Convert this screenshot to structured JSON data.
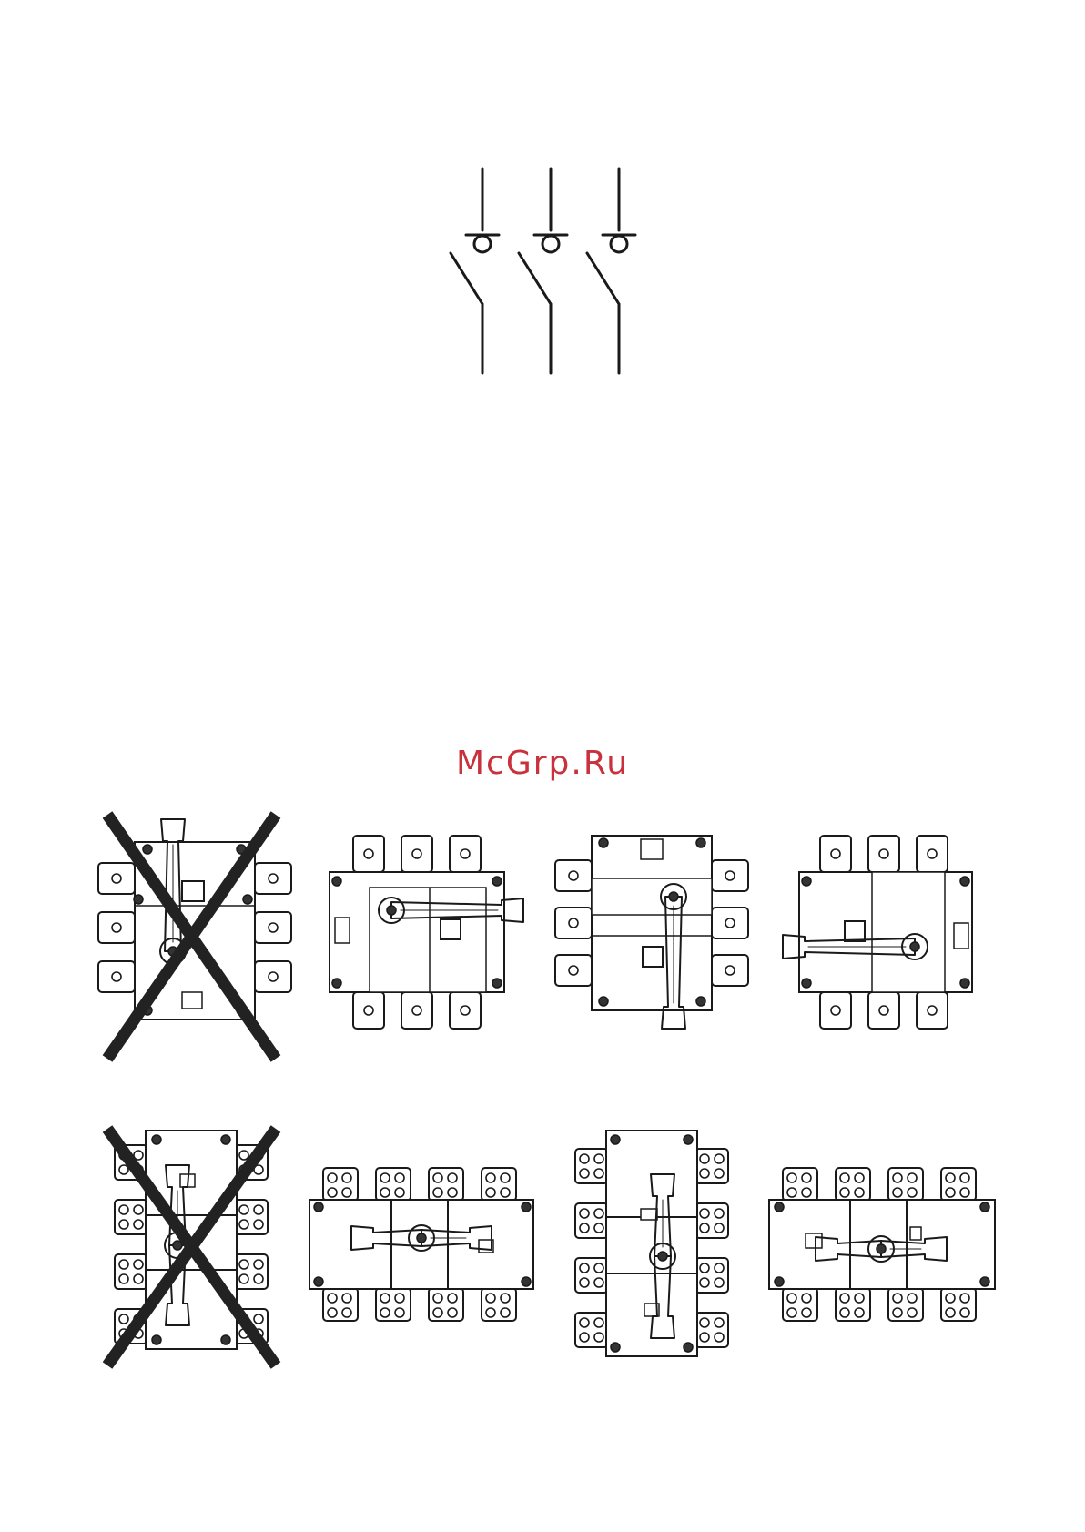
{
  "watermark": {
    "text": "McGrp.Ru",
    "color": "#c8323c"
  },
  "colors": {
    "line": "#1a1a1a",
    "cross": "#222222",
    "background": "#ffffff"
  },
  "schematic": {
    "symbol": "three-pole-disconnector",
    "poles": 3
  },
  "rows": [
    {
      "name": "three-pole-mounting",
      "items": [
        {
          "orientation": "vertical-handle-up",
          "allowed": false
        },
        {
          "orientation": "handle-right",
          "allowed": true
        },
        {
          "orientation": "handle-down",
          "allowed": true
        },
        {
          "orientation": "handle-left",
          "allowed": true
        }
      ]
    },
    {
      "name": "four-pole-mounting",
      "items": [
        {
          "orientation": "vertical-tall",
          "allowed": false
        },
        {
          "orientation": "horizontal-wide",
          "allowed": true
        },
        {
          "orientation": "vertical-tall",
          "allowed": true
        },
        {
          "orientation": "horizontal-wide-offset",
          "allowed": true
        }
      ]
    }
  ]
}
